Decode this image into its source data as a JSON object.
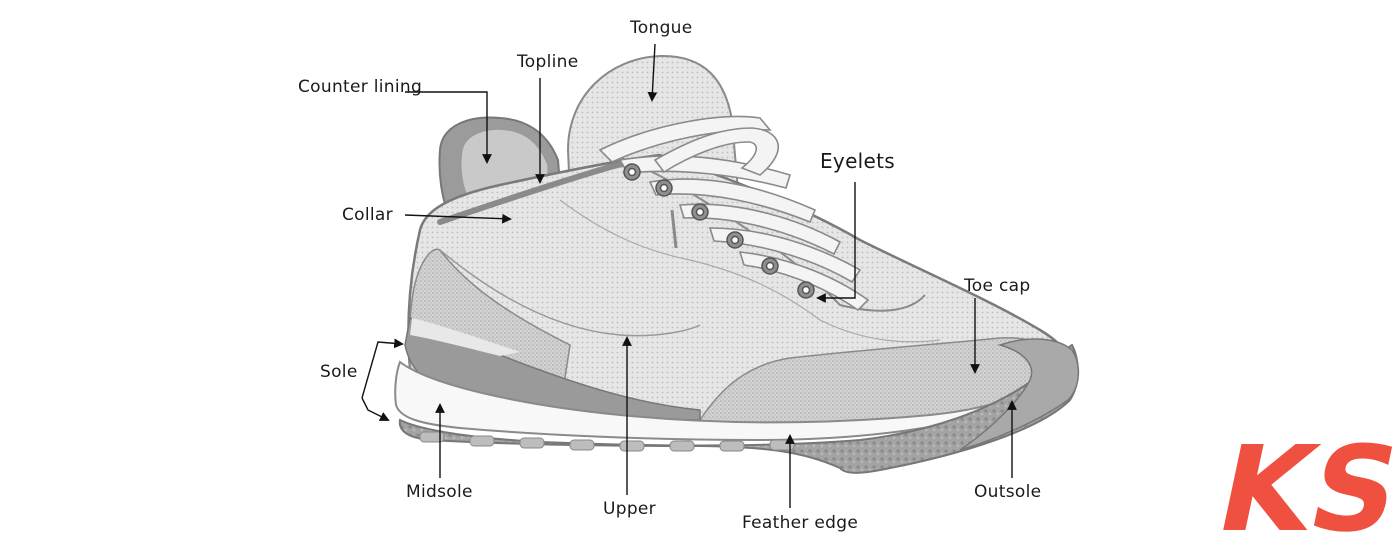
{
  "labels": {
    "tongue": "Tongue",
    "topline": "Topline",
    "counter_lining": "Counter lining",
    "collar": "Collar",
    "eyelets": "Eyelets",
    "toe_cap": "Toe cap",
    "sole": "Sole",
    "midsole": "Midsole",
    "upper": "Upper",
    "feather_edge": "Feather edge",
    "outsole": "Outsole"
  },
  "logo": {
    "text": "KS",
    "color": "#f0503f"
  },
  "colors": {
    "outline": "#7a7a7a",
    "upper_fill": "#dcdcdc",
    "counter_fill": "#9a9a9a",
    "midsole_fill": "#f7f7f7",
    "outsole_fill": "#a8a8a8",
    "lace_fill": "#f4f4f4",
    "eyelet_fill": "#8f8f8f"
  }
}
